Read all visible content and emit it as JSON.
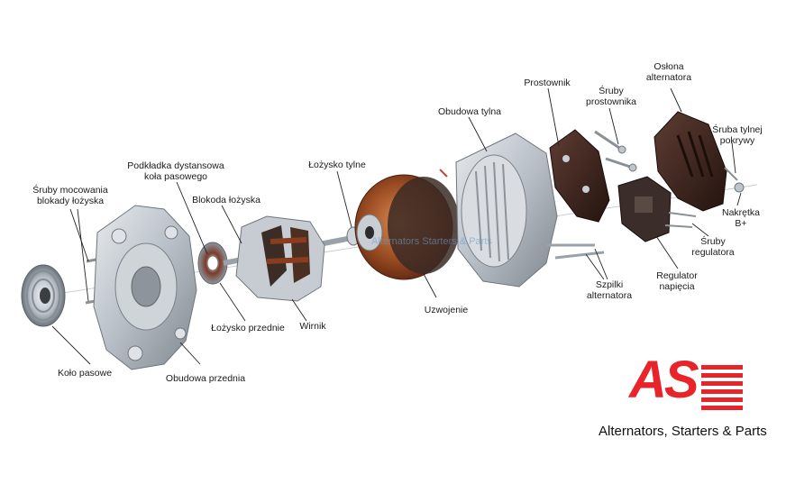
{
  "labels": {
    "sruby_mocowania": [
      "Śruby mocowania",
      "blokady łożyska"
    ],
    "podkladka": [
      "Podkładka dystansowa",
      "koła pasowego"
    ],
    "blokoda": [
      "Blokoda łożyska"
    ],
    "lozysko_tylne": [
      "Łożysko tylne"
    ],
    "obudowa_tylna": [
      "Obudowa tylna"
    ],
    "prostownik": [
      "Prostownik"
    ],
    "sruby_prostownika": [
      "Śruby",
      "prostownika"
    ],
    "oslona": [
      "Osłona",
      "alternatora"
    ],
    "sruba_tylnej": [
      "Śruba tylnej",
      "pokrywy"
    ],
    "nakretka": [
      "Nakrętka",
      "B+"
    ],
    "sruby_regulatora": [
      "Śruby",
      "regulatora"
    ],
    "regulator": [
      "Regulator",
      "napięcia"
    ],
    "szpilki": [
      "Szpilki",
      "alternatora"
    ],
    "uzwojenie": [
      "Uzwojenie"
    ],
    "wirnik": [
      "Wirnik"
    ],
    "lozysko_przednie": [
      "Łożysko przednie"
    ],
    "kolo_pasowe": [
      "Koło pasowe"
    ],
    "obudowa_przednia": [
      "Obudowa przednia"
    ]
  },
  "brand": {
    "logo": "AS",
    "tagline": "Alternators, Starters & Parts",
    "watermark": "Alternators Starters & Parts",
    "accent": "#e8232a"
  }
}
